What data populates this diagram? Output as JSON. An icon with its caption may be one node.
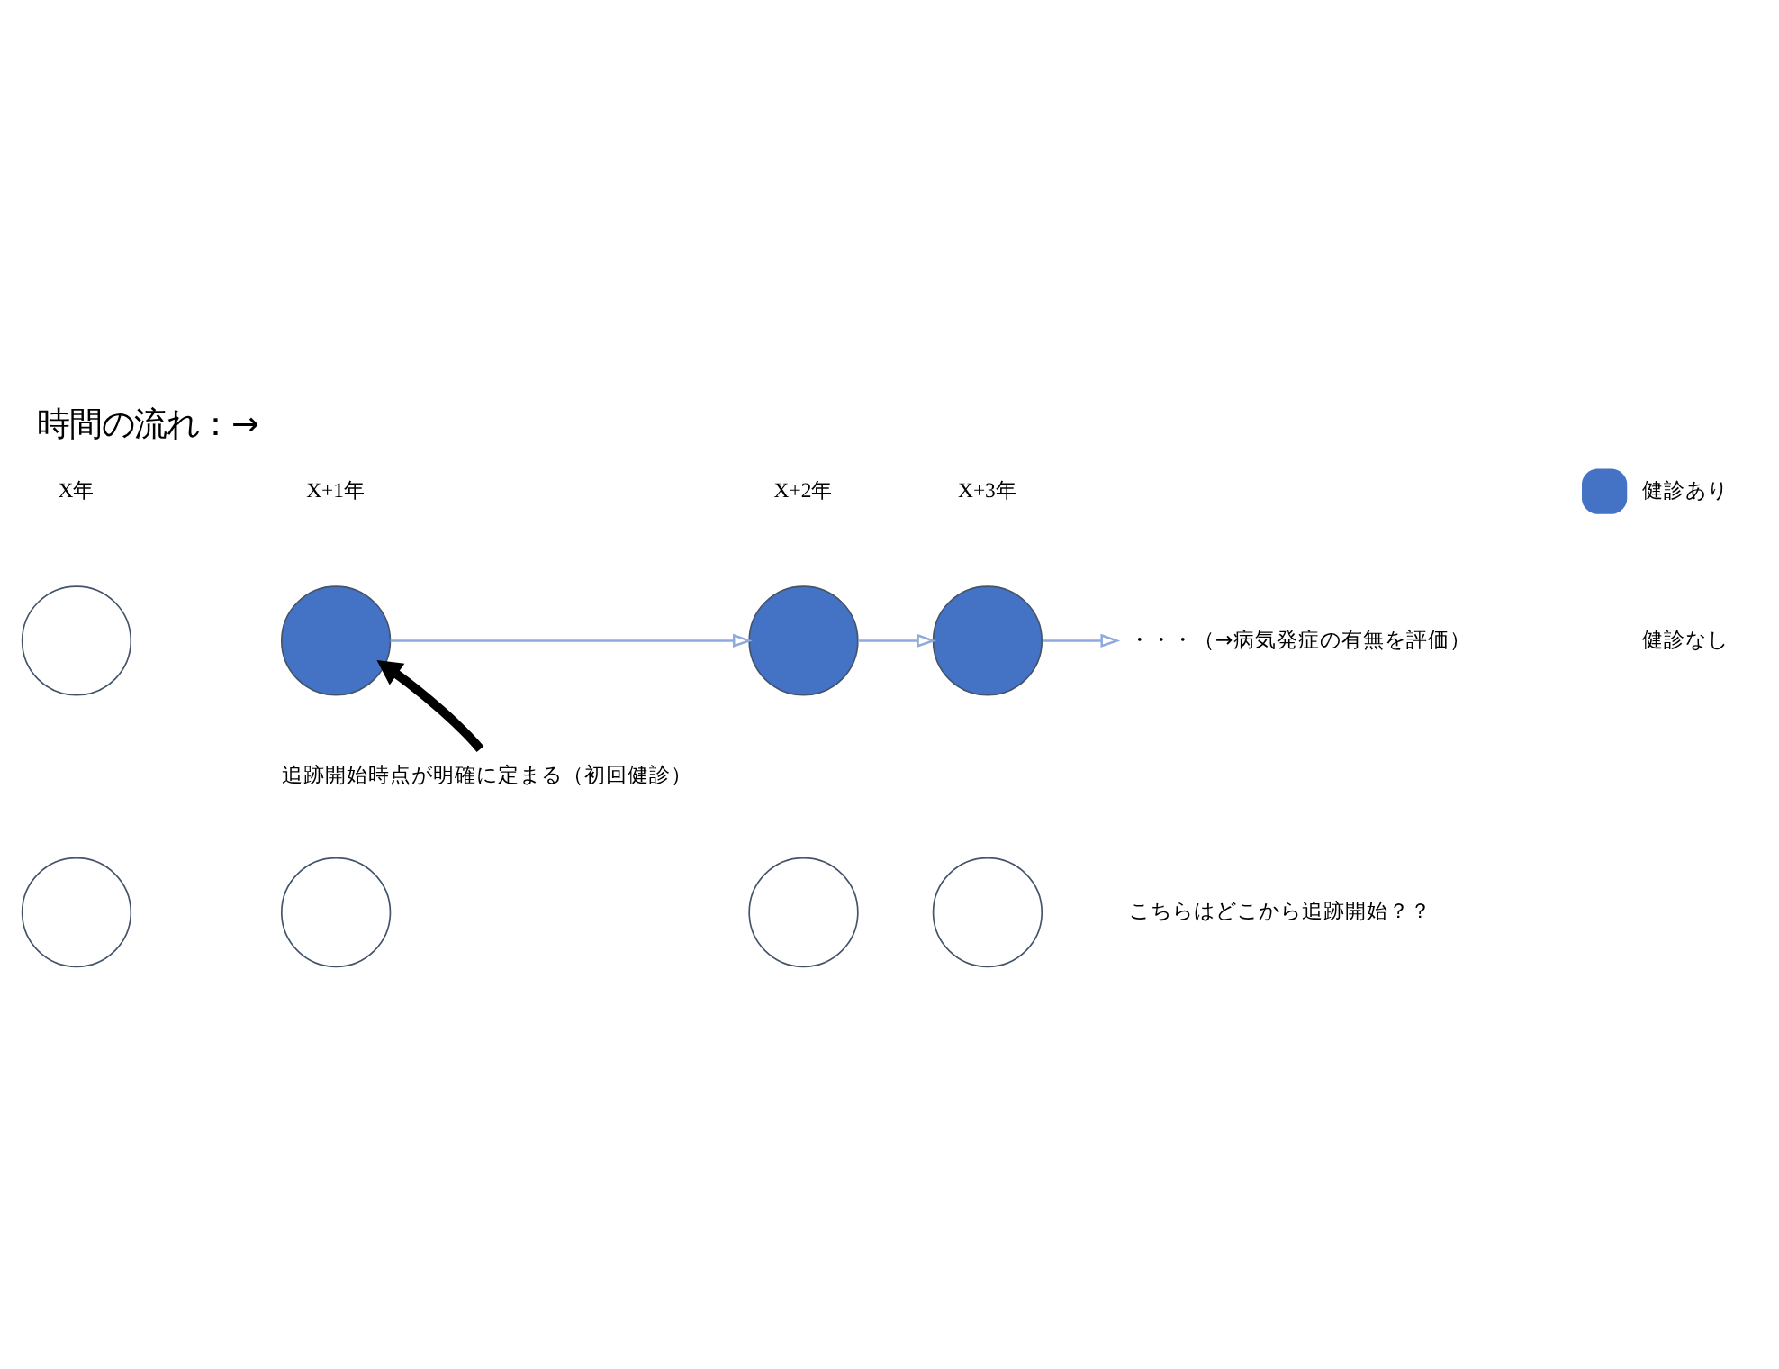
{
  "diagram": {
    "title": "時間の流れ：→",
    "nodes": [
      {
        "text": [],
        "shape": "circle"
      },
      {
        "text": [],
        "shape": "circle"
      },
      {
        "text": [],
        "shape": "circle"
      },
      {
        "text": [],
        "shape": "circle"
      },
      {
        "text": [
          "・・・（→病気発症の有無を評価）"
        ]
      },
      {
        "text": [
          "追跡開始時点が明確に定まる（初回健診）"
        ]
      },
      {
        "text": [],
        "shape": "circle"
      },
      {
        "text": [],
        "shape": "circle"
      },
      {
        "text": [],
        "shape": "circle"
      },
      {
        "text": [],
        "shape": "circle"
      }
    ],
    "edges": [
      {
        "from": 1,
        "to": 2,
        "arrow": "to"
      },
      {
        "from": 2,
        "to": 3,
        "arrow": "to"
      },
      {
        "from": 3,
        "to": 4,
        "arrow": "to"
      },
      {
        "from": 5,
        "to": 1,
        "arrow": "to",
        "style": "thick",
        "color": "#000000"
      }
    ],
    "labels": [
      "X年",
      "X+1年",
      "X+2年",
      "X+3年",
      "こちらはどこから追跡開始？？"
    ],
    "legend": [
      {
        "text": "健診あり",
        "color": "#4472c4"
      },
      {
        "text": "健診なし",
        "color": "#ffffff"
      }
    ]
  }
}
